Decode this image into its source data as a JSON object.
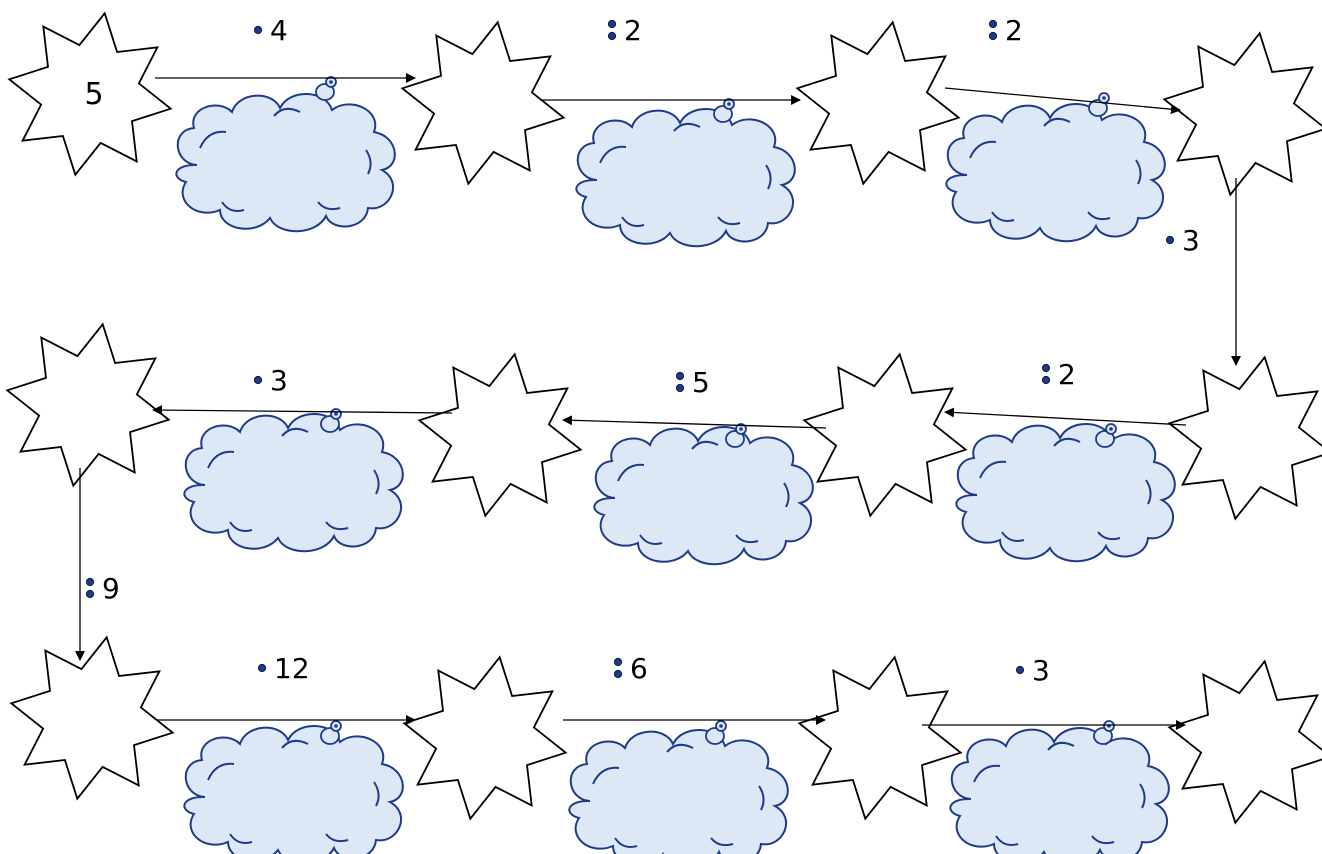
{
  "start_value": "5",
  "steps": [
    {
      "op": "multiply",
      "operand": "4"
    },
    {
      "op": "divide",
      "operand": "2"
    },
    {
      "op": "divide",
      "operand": "2"
    },
    {
      "op": "multiply",
      "operand": "3"
    },
    {
      "op": "divide",
      "operand": "2"
    },
    {
      "op": "divide",
      "operand": "5"
    },
    {
      "op": "multiply",
      "operand": "3"
    },
    {
      "op": "divide",
      "operand": "9"
    },
    {
      "op": "multiply",
      "operand": "12"
    },
    {
      "op": "divide",
      "operand": "6"
    },
    {
      "op": "multiply",
      "operand": "3"
    }
  ],
  "colors": {
    "cloud_fill": "#dce8f6",
    "cloud_stroke": "#1f3a8a",
    "star_fill": "#ffffff",
    "star_stroke": "#000000"
  },
  "icons": {
    "star": "star-shape",
    "cloud": "cloud-shape",
    "snail": "snail-icon",
    "multiply": "multiply-dot-icon",
    "divide": "divide-colon-icon"
  }
}
